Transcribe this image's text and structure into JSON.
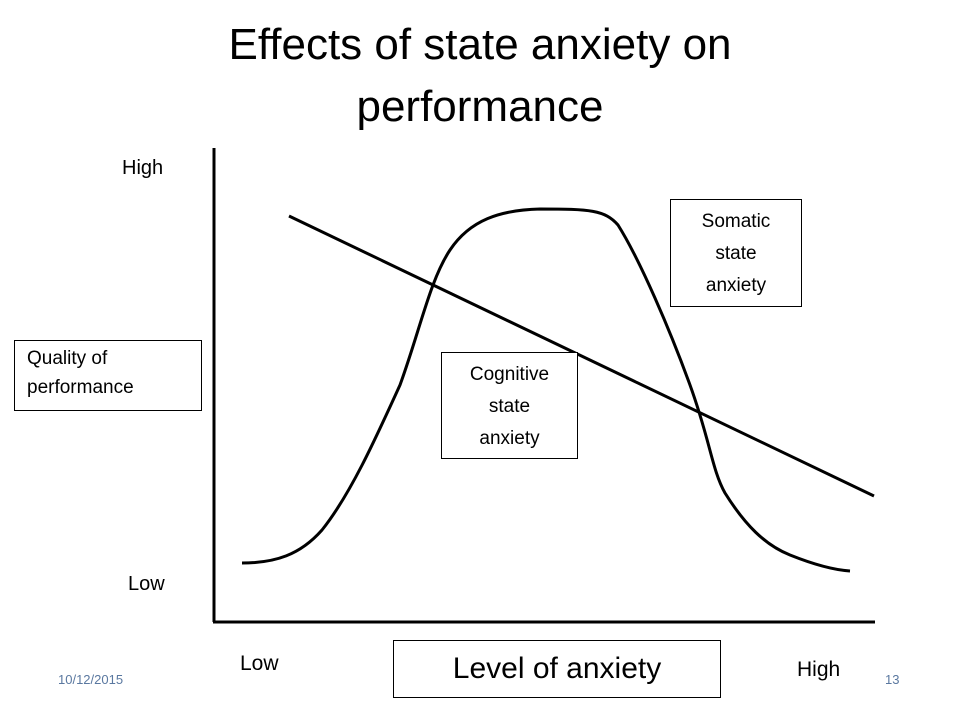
{
  "slide": {
    "title": "Effects of state anxiety on performance",
    "date": "10/12/2015",
    "page_number": "13"
  },
  "labels": {
    "y_high": "High",
    "y_low": "Low",
    "x_low": "Low",
    "x_high": "High",
    "y_axis_title": [
      "Quality of",
      "performance"
    ],
    "x_axis_title": "Level of anxiety",
    "cognitive": [
      "Cognitive",
      "state",
      "anxiety"
    ],
    "somatic": [
      "Somatic",
      "state",
      "anxiety"
    ]
  },
  "colors": {
    "line": "#000000",
    "footer_text": "#5a78a0"
  }
}
